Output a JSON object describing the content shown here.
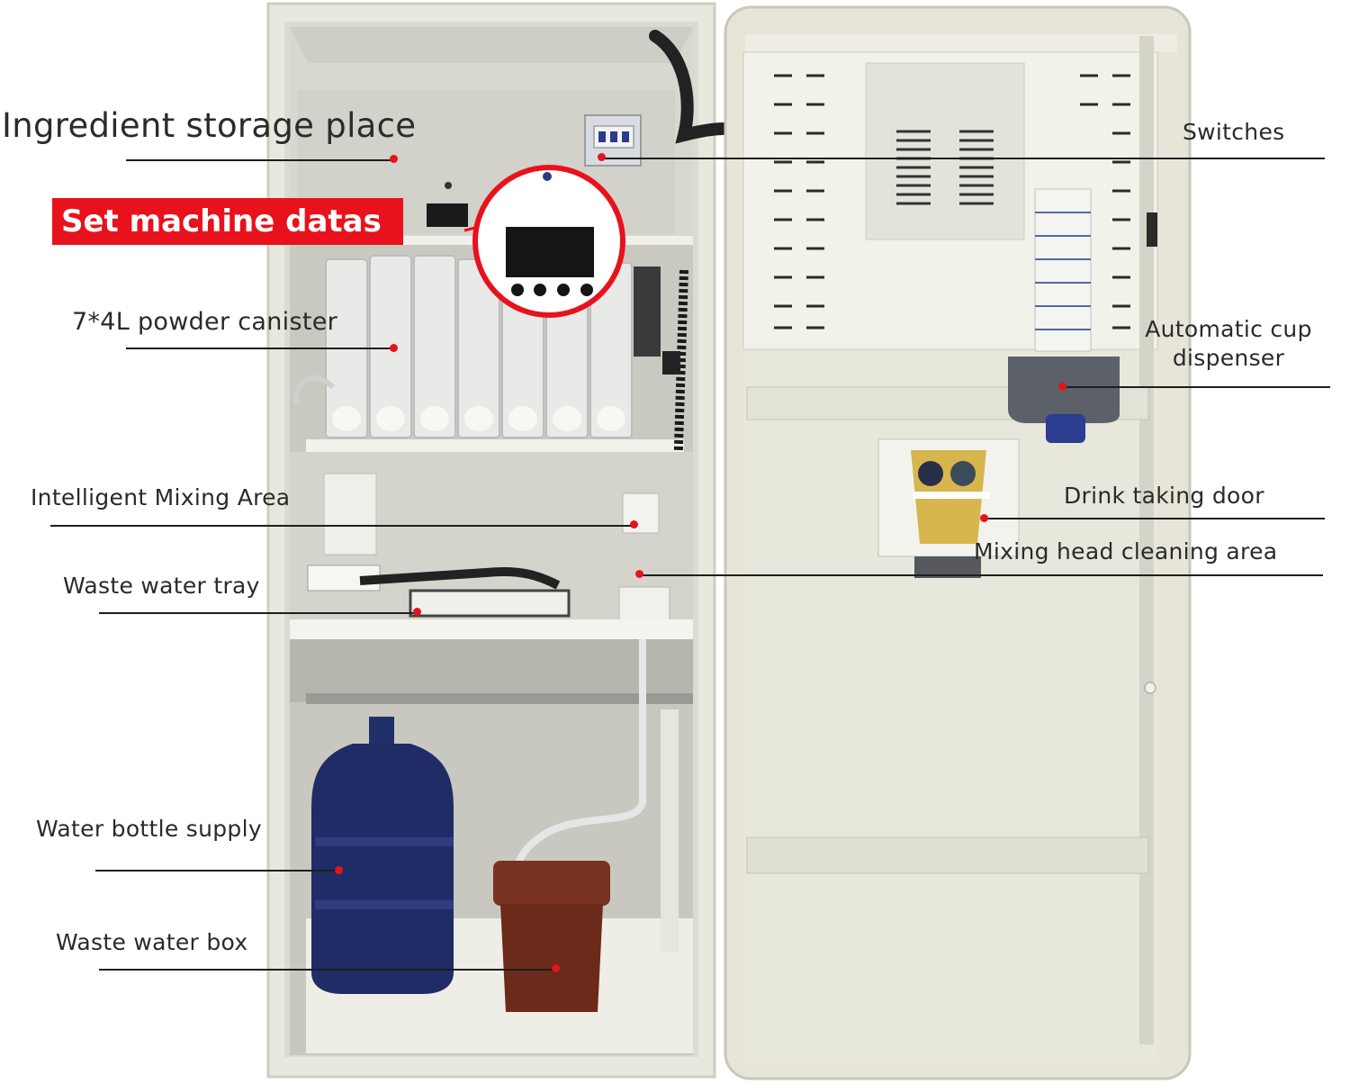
{
  "callout": {
    "label": "Set machine datas",
    "accent_color": "#e8121c"
  },
  "labels": {
    "ingredient_storage": "Ingredient storage place",
    "powder_canister": "7*4L powder canister",
    "mixing_area": "Intelligent Mixing Area",
    "waste_water_tray": "Waste water tray",
    "water_bottle": "Water bottle supply",
    "waste_water_box": "Waste water box",
    "switches": "Switches",
    "cup_dispenser_line1": "Automatic cup",
    "cup_dispenser_line2": "dispenser",
    "drink_door": "Drink taking door",
    "mixing_head_cleaning": "Mixing head cleaning area"
  },
  "colors": {
    "marker": "#e3141c",
    "leader_line": "#1e1e1e",
    "cabinet": "#ecebe3",
    "bottle": "#1f2c66",
    "waste_box": "#6b2a1a"
  }
}
